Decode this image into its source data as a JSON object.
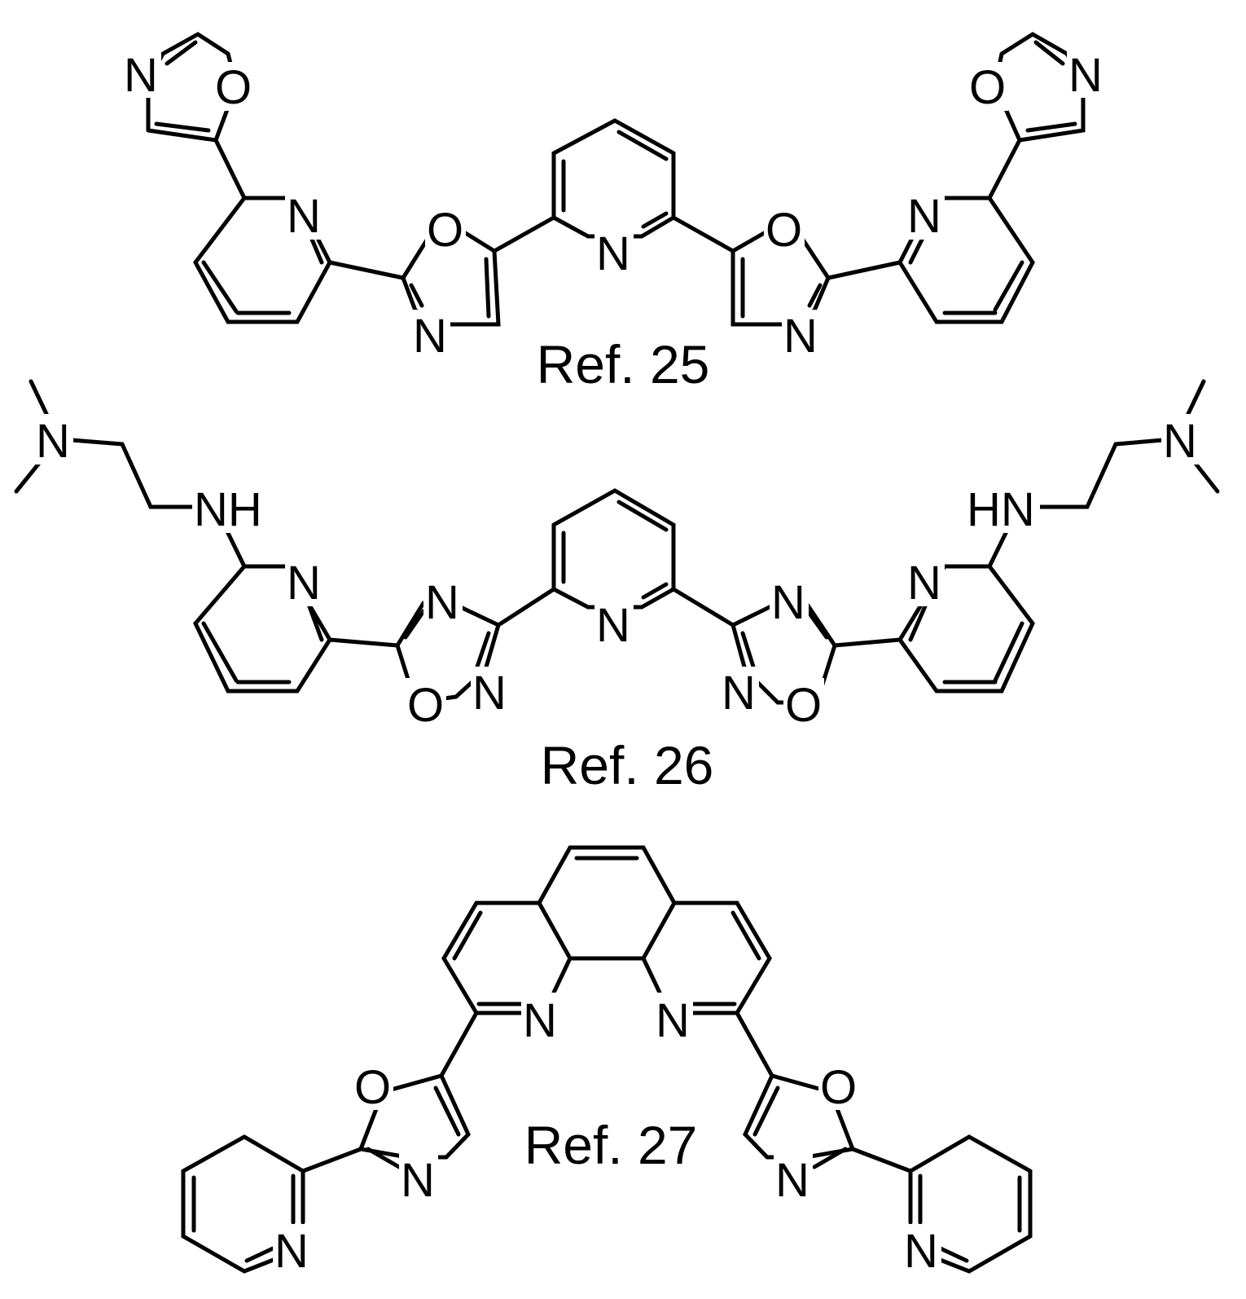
{
  "colors": {
    "background": "#ffffff",
    "ink": "#000000"
  },
  "structures": [
    {
      "label": "Ref. 25",
      "atoms": [
        "N",
        "O",
        "N",
        "O",
        "N",
        "N",
        "O",
        "N",
        "N",
        "O",
        "N"
      ]
    },
    {
      "label": "Ref. 26",
      "atoms": [
        "N",
        "NH",
        "N",
        "N",
        "O",
        "N",
        "N",
        "N",
        "N",
        "O",
        "N",
        "HN",
        "N"
      ]
    },
    {
      "label": "Ref. 27",
      "atoms": [
        "N",
        "N",
        "O",
        "N",
        "N",
        "O",
        "N",
        "N"
      ]
    }
  ]
}
